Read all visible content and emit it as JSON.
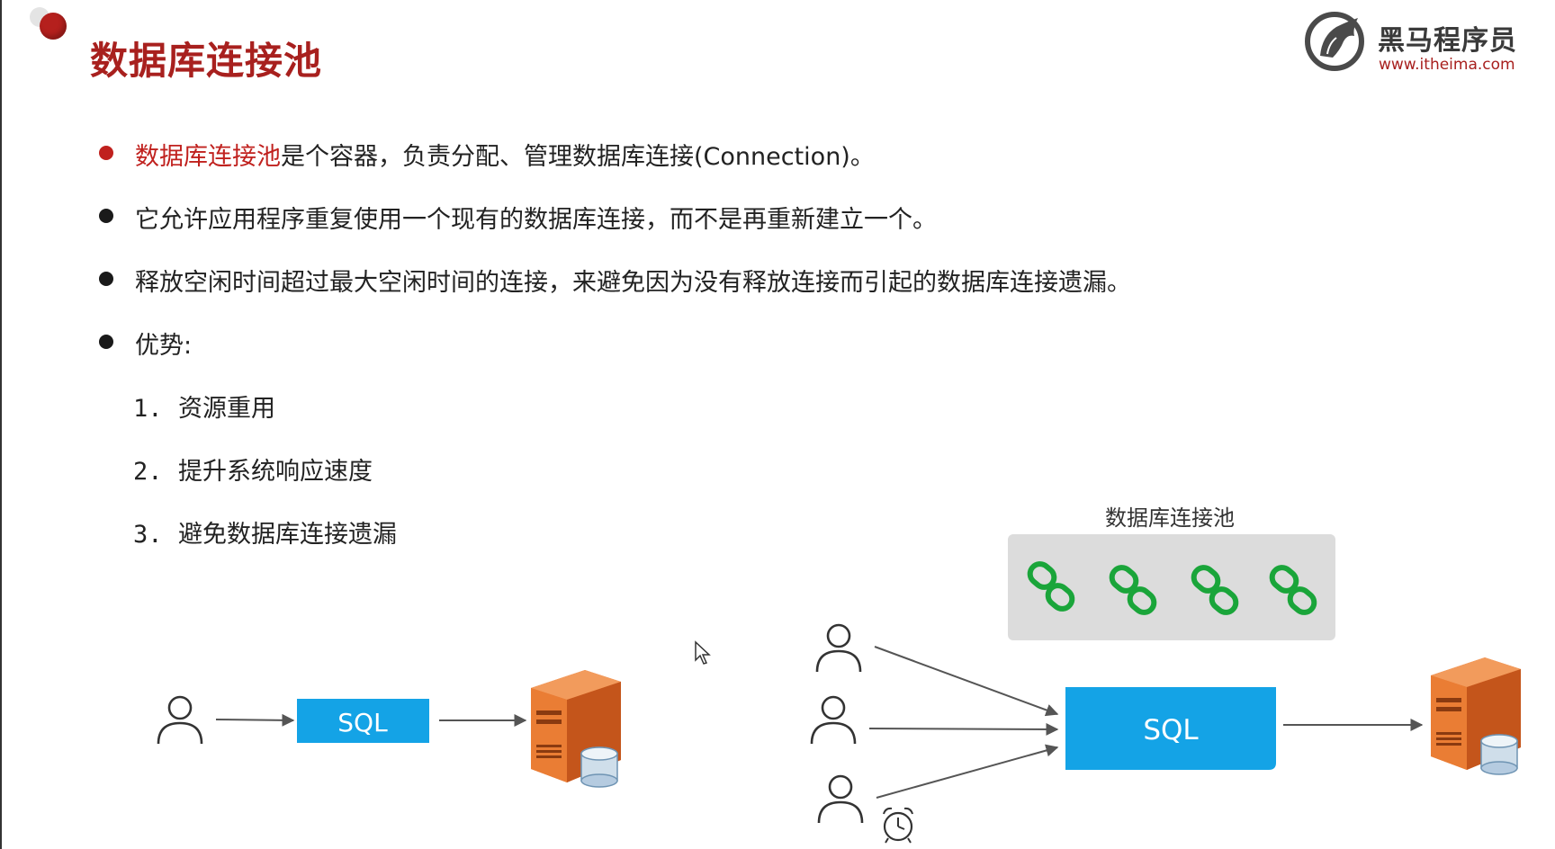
{
  "slide": {
    "title": "数据库连接池"
  },
  "logo": {
    "name": "黑马程序员",
    "url": "www.itheima.com"
  },
  "bullets": [
    {
      "highlight": "数据库连接池",
      "text": "是个容器，负责分配、管理数据库连接(Connection)。"
    },
    {
      "highlight": "",
      "text": "它允许应用程序重复使用一个现有的数据库连接，而不是再重新建立一个。"
    },
    {
      "highlight": "",
      "text": "释放空闲时间超过最大空闲时间的连接，来避免因为没有释放连接而引起的数据库连接遗漏。"
    },
    {
      "highlight": "",
      "text": "优势:"
    }
  ],
  "advantages": [
    {
      "num": "1.",
      "text": "资源重用"
    },
    {
      "num": "2.",
      "text": "提升系统响应速度"
    },
    {
      "num": "3.",
      "text": "避免数据库连接遗漏"
    }
  ],
  "diagram": {
    "left_sql_label": "SQL",
    "right_sql_label": "SQL",
    "pool_caption": "数据库连接池",
    "pool_connection_count": 4,
    "user_icon": "user-icon",
    "server_icon": "database-server-icon",
    "link_icon": "chain-link-icon",
    "clock_icon": "alarm-clock-icon",
    "colors": {
      "accent_red": "#c0211e",
      "sql_box": "#14a3e6",
      "pool_bg": "#dcdcdc",
      "link_green": "#1aa53a",
      "server_orange": "#e6712a"
    }
  }
}
